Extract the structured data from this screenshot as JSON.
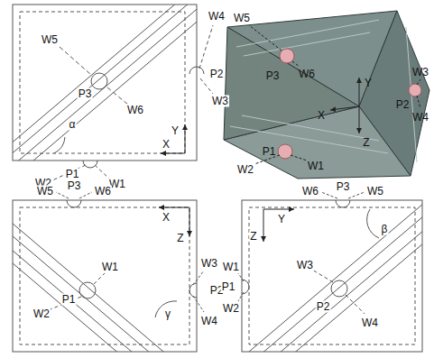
{
  "diagram": {
    "labels": [
      "W5",
      "W4",
      "P3",
      "P2",
      "W6",
      "W3",
      "α",
      "Y",
      "X",
      "W2",
      "P1",
      "W1",
      "W5",
      "W6",
      "P3",
      "W3",
      "Y",
      "P2",
      "X",
      "W4",
      "Z",
      "P1",
      "W2",
      "W1",
      "W5",
      "P3",
      "W6",
      "X",
      "P1",
      "W1",
      "Z",
      "W3",
      "W2",
      "P2",
      "γ",
      "W4",
      "W6",
      "P3",
      "W5",
      "Y",
      "β",
      "Z",
      "W3",
      "W1",
      "P2",
      "P1",
      "W2",
      "W4"
    ]
  }
}
